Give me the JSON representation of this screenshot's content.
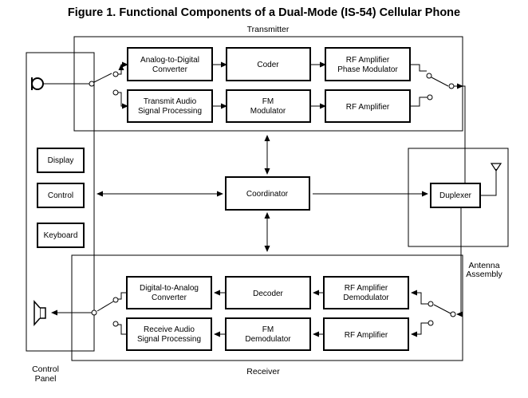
{
  "title": "Figure 1.  Functional Components of a Dual-Mode (IS-54) Cellular Phone",
  "sections": {
    "transmitter": "Transmitter",
    "receiver": "Receiver",
    "control_panel": [
      "Control",
      "Panel"
    ],
    "antenna_assembly": [
      "Antenna",
      "Assembly"
    ]
  },
  "control_panel_buttons": {
    "display": "Display",
    "control": "Control",
    "keyboard": "Keyboard"
  },
  "transmitter_blocks": {
    "adc": [
      "Analog-to-Digital",
      "Converter"
    ],
    "coder": "Coder",
    "rf_amp_phase_mod": [
      "RF Amplifier",
      "Phase Modulator"
    ],
    "tx_audio": [
      "Transmit Audio",
      "Signal Processing"
    ],
    "fm_modulator": [
      "FM",
      "Modulator"
    ],
    "rf_amp_tx": "RF Amplifier"
  },
  "center_blocks": {
    "coordinator": "Coordinator",
    "duplexer": "Duplexer"
  },
  "receiver_blocks": {
    "dac": [
      "Digital-to-Analog",
      "Converter"
    ],
    "decoder": "Decoder",
    "rf_amp_demod": [
      "RF Amplifier",
      "Demodulator"
    ],
    "rx_audio": [
      "Receive Audio",
      "Signal Processing"
    ],
    "fm_demodulator": [
      "FM",
      "Demodulator"
    ],
    "rf_amp_rx": "RF Amplifier"
  },
  "icons": [
    "microphone-icon",
    "speaker-icon",
    "antenna-icon",
    "switch-icon"
  ]
}
